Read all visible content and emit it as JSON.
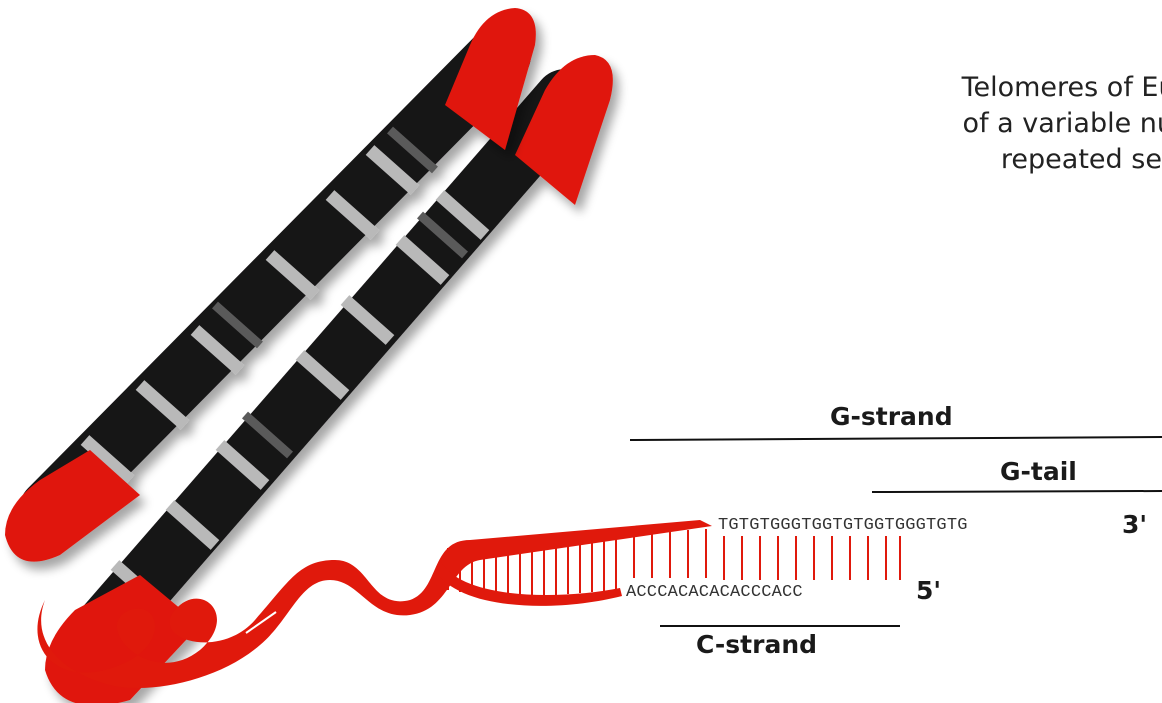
{
  "description_lines": [
    "Telomeres of Eukar",
    "of a variable numb",
    "repeated seq"
  ],
  "g_strand": {
    "label": "G-strand",
    "sequence": "TGTGTGGGTGGTGTGGTGGGTGTG",
    "end_label": "3'"
  },
  "g_tail": {
    "label": "G-tail"
  },
  "c_strand": {
    "label": "C-strand",
    "sequence": "ACCCACACACACCCACC",
    "end_label": "5'"
  },
  "colors": {
    "telomere": "#e0190c",
    "chromatid": "#151315",
    "band_light": "#b9b9b9",
    "band_dark": "#5a5a5a",
    "text": "#1a1a1a"
  }
}
